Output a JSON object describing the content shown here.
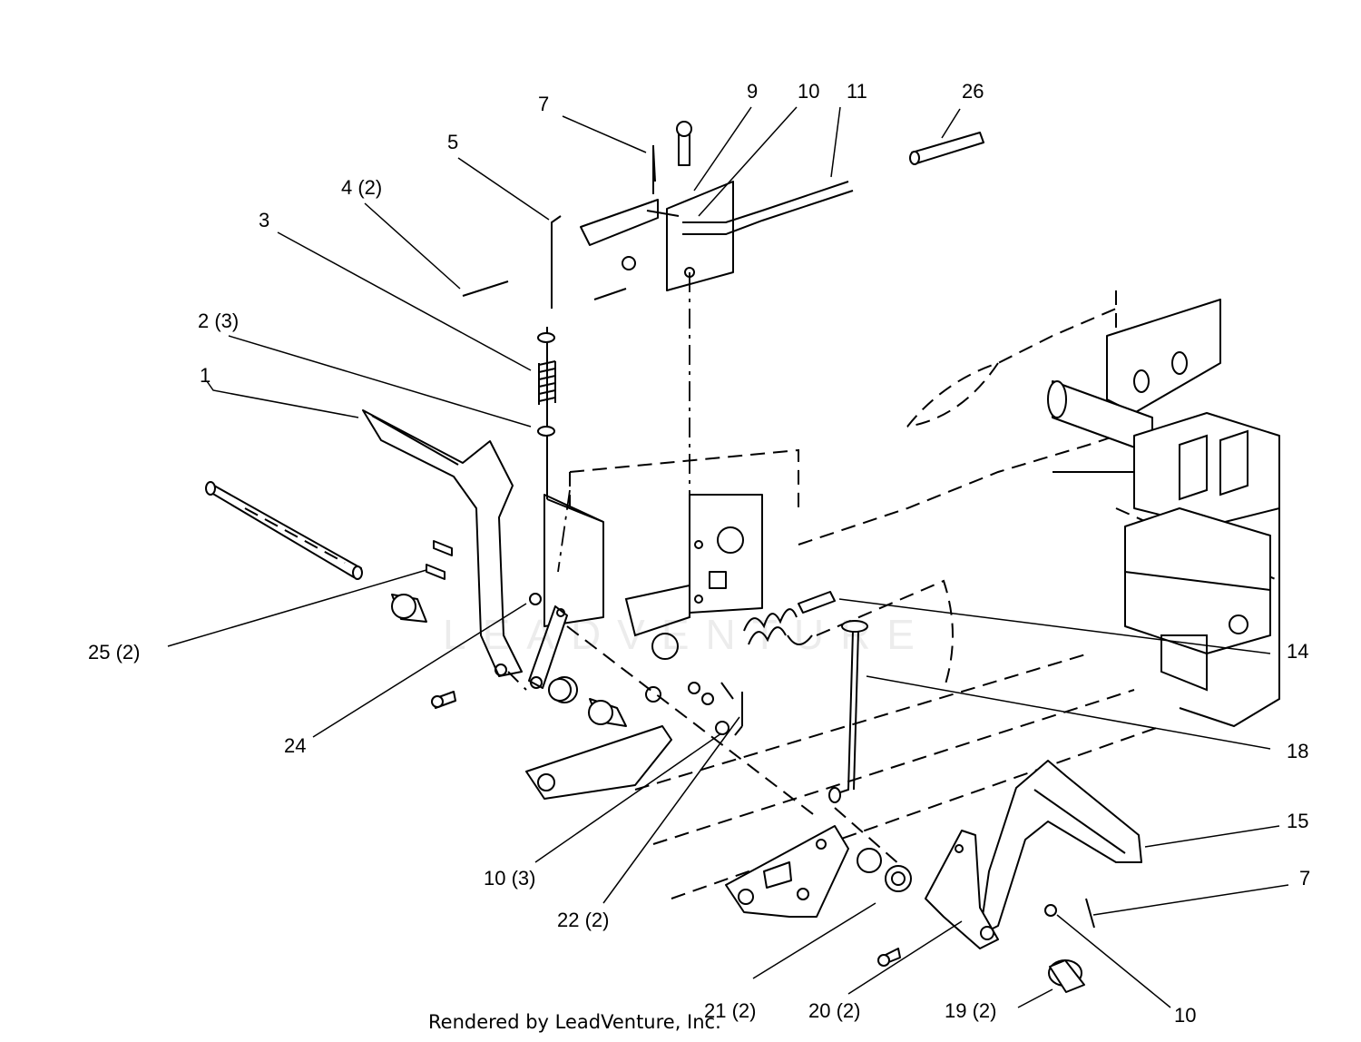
{
  "footer": {
    "text": "Rendered by LeadVenture, Inc."
  },
  "watermark": {
    "text": "LEADVENTURE"
  },
  "callouts": [
    {
      "id": "c-7-top",
      "text": "7"
    },
    {
      "id": "c-9",
      "text": "9"
    },
    {
      "id": "c-10-top",
      "text": "10"
    },
    {
      "id": "c-11",
      "text": "11"
    },
    {
      "id": "c-26",
      "text": "26"
    },
    {
      "id": "c-5",
      "text": "5"
    },
    {
      "id": "c-4",
      "text": "4 (2)"
    },
    {
      "id": "c-3",
      "text": "3"
    },
    {
      "id": "c-2",
      "text": "2 (3)"
    },
    {
      "id": "c-1",
      "text": "1"
    },
    {
      "id": "c-25",
      "text": "25 (2)"
    },
    {
      "id": "c-24",
      "text": "24"
    },
    {
      "id": "c-14",
      "text": "14"
    },
    {
      "id": "c-18",
      "text": "18"
    },
    {
      "id": "c-15",
      "text": "15"
    },
    {
      "id": "c-7-right",
      "text": "7"
    },
    {
      "id": "c-10-3",
      "text": "10 (3)"
    },
    {
      "id": "c-22",
      "text": "22 (2)"
    },
    {
      "id": "c-21",
      "text": "21 (2)"
    },
    {
      "id": "c-20",
      "text": "20 (2)"
    },
    {
      "id": "c-19",
      "text": "19 (2)"
    },
    {
      "id": "c-10-bottom",
      "text": "10"
    }
  ]
}
